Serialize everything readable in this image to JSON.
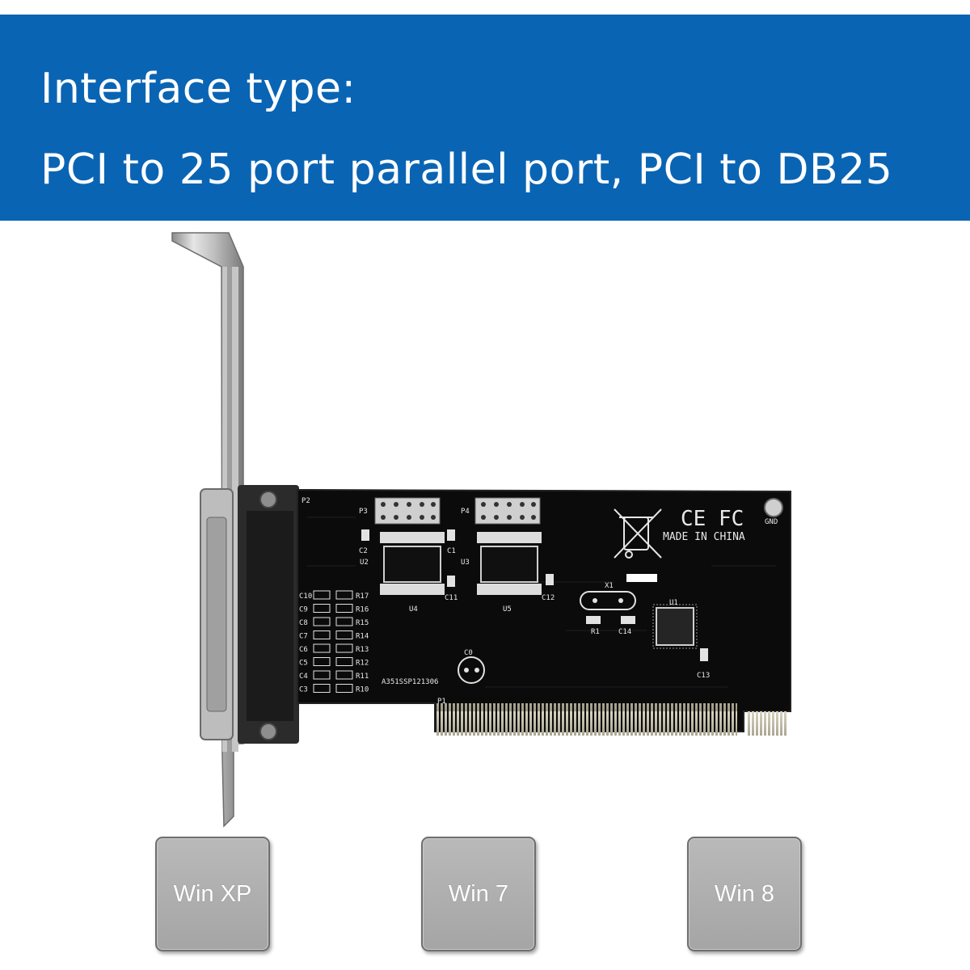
{
  "banner": {
    "line1": "Interface type:",
    "line2": "PCI to 25 port parallel port, PCI to DB25",
    "background_color": "#0a64b4"
  },
  "card": {
    "markings": {
      "p2": "P2",
      "p3": "P3",
      "p4": "P4",
      "u2": "U2",
      "u3": "U3",
      "u4": "U4",
      "u5": "U5",
      "c1": "C1",
      "c2": "C2",
      "c11": "C11",
      "c12": "C12",
      "x1": "X1",
      "u1": "U1",
      "r1": "R1",
      "c14": "C14",
      "c13": "C13",
      "c0": "C0",
      "p1": "P1",
      "gnd": "GND",
      "made_in": "MADE IN CHINA",
      "ce_fc": "CE FC",
      "part_number": "A351SSP121306",
      "left_caps": [
        "C10",
        "C9",
        "C8",
        "C7",
        "C6",
        "C5",
        "C4",
        "C3"
      ],
      "right_res": [
        "R17",
        "R16",
        "R15",
        "R14",
        "R13",
        "R12",
        "R11",
        "R10"
      ]
    }
  },
  "os_support": [
    {
      "label": "Win XP"
    },
    {
      "label": "Win 7"
    },
    {
      "label": "Win 8"
    }
  ]
}
